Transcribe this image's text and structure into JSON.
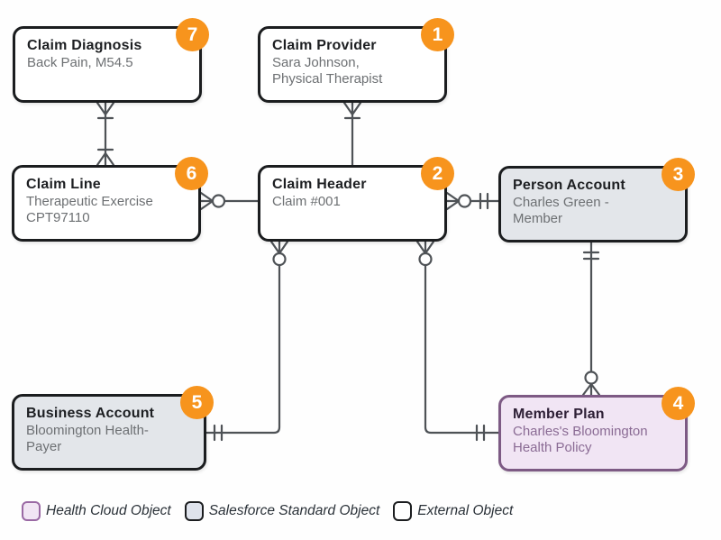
{
  "diagram": {
    "title_hint": "Claims data model diagram",
    "entities": [
      {
        "id": "claim-diagnosis",
        "badge": "7",
        "title": "Claim Diagnosis",
        "subtitle": "Back Pain, M54.5",
        "type": "external"
      },
      {
        "id": "claim-provider",
        "badge": "1",
        "title": "Claim Provider",
        "subtitle": "Sara Johnson,\nPhysical Therapist",
        "type": "external"
      },
      {
        "id": "claim-line",
        "badge": "6",
        "title": "Claim Line",
        "subtitle": "Therapeutic Exercise\nCPT97110",
        "type": "external"
      },
      {
        "id": "claim-header",
        "badge": "2",
        "title": "Claim Header",
        "subtitle": "Claim #001",
        "type": "external"
      },
      {
        "id": "person-account",
        "badge": "3",
        "title": "Person Account",
        "subtitle": "Charles Green -\nMember",
        "type": "standard"
      },
      {
        "id": "business-account",
        "badge": "5",
        "title": "Business Account",
        "subtitle": "Bloomington Health-\nPayer",
        "type": "standard"
      },
      {
        "id": "member-plan",
        "badge": "4",
        "title": "Member Plan",
        "subtitle": "Charles's Bloomington\nHealth Policy",
        "type": "health-cloud"
      }
    ],
    "relationships": [
      {
        "from": "claim-diagnosis",
        "to": "claim-line",
        "from_end": "one-or-many",
        "to_end": "one-or-many"
      },
      {
        "from": "claim-provider",
        "to": "claim-header",
        "from_end": "one-or-many",
        "to_end": "none"
      },
      {
        "from": "claim-line",
        "to": "claim-header",
        "from_end": "zero-or-many",
        "to_end": "none"
      },
      {
        "from": "claim-header",
        "to": "person-account",
        "from_end": "zero-or-many",
        "to_end": "exactly-one"
      },
      {
        "from": "claim-header",
        "to": "business-account",
        "from_end": "zero-or-many",
        "to_end": "exactly-one"
      },
      {
        "from": "claim-header",
        "to": "member-plan",
        "from_end": "zero-or-many",
        "to_end": "exactly-one"
      },
      {
        "from": "person-account",
        "to": "member-plan",
        "from_end": "exactly-one",
        "to_end": "zero-or-many"
      }
    ],
    "colors": {
      "badge_orange": "#F7941D",
      "connector_line": "#4E5256",
      "box_border_dark": "#1B1D1F",
      "standard_fill": "#E3E6EA",
      "health_cloud_fill": "#F1E5F4",
      "health_cloud_border": "#7D5A84"
    }
  },
  "legend": {
    "items": [
      {
        "label": "Health Cloud Object",
        "type": "health-cloud"
      },
      {
        "label": "Salesforce Standard Object",
        "type": "standard"
      },
      {
        "label": "External Object",
        "type": "external"
      }
    ]
  }
}
